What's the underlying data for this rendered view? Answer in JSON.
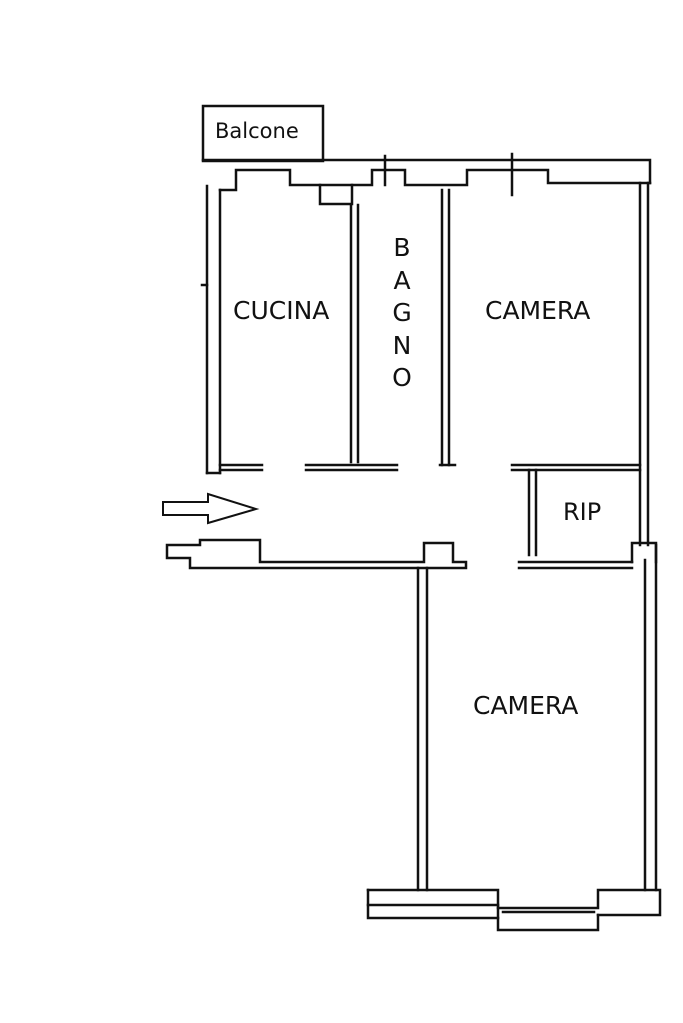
{
  "rooms": {
    "balcone": "Balcone",
    "cucina": "CUCINA",
    "bagno": "BAGNO",
    "camera_top": "CAMERA",
    "ripostiglio": "RIP",
    "camera_bottom": "CAMERA"
  },
  "icons": {
    "entrance": "right-arrow-outline-icon"
  },
  "colors": {
    "ink": "#111111",
    "paper": "#ffffff"
  }
}
